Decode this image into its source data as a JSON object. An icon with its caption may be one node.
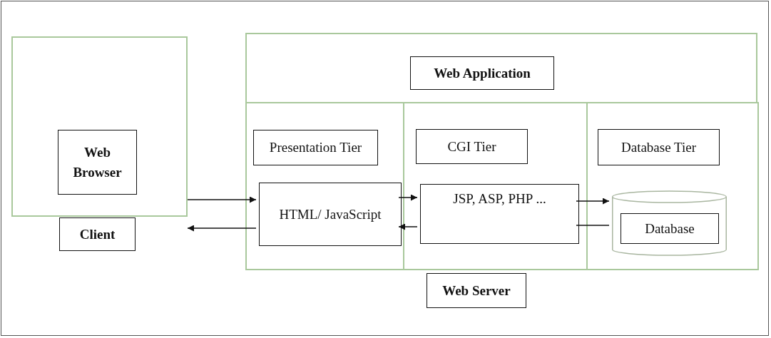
{
  "diagram": {
    "nodes": [
      {
        "text": [],
        "shape": "box"
      },
      {
        "text": [
          "Web Browser"
        ],
        "in": 0
      },
      {
        "text": [
          "Client"
        ]
      },
      {
        "text": [],
        "shape": "box"
      },
      {
        "text": [
          "Web Application"
        ],
        "in": 3
      },
      {
        "text": [],
        "shape": "box",
        "in": 3
      },
      {
        "text": [
          "Presentation Tier"
        ],
        "in": 5
      },
      {
        "text": [
          "HTML/ JavaScript"
        ],
        "in": 5
      },
      {
        "text": [],
        "shape": "box",
        "in": 3
      },
      {
        "text": [
          "CGI Tier"
        ],
        "in": 8
      },
      {
        "text": [
          "JSP, ASP, PHP ..."
        ],
        "in": 8
      },
      {
        "text": [],
        "shape": "box",
        "in": 3
      },
      {
        "text": [
          "Database Tier"
        ],
        "in": 11
      },
      {
        "text": [],
        "shape": "cylinder",
        "in": 11
      },
      {
        "text": [
          "Database"
        ],
        "in": 13
      },
      {
        "text": [
          "Web Server"
        ]
      }
    ],
    "edges": [
      {
        "from": 0,
        "to": 7,
        "arrow": "to"
      },
      {
        "from": 7,
        "to": 0,
        "arrow": "to"
      },
      {
        "from": 7,
        "to": 10,
        "arrow": "to"
      },
      {
        "from": 10,
        "to": 7,
        "arrow": "to"
      },
      {
        "from": 10,
        "to": 13,
        "arrow": "to"
      },
      {
        "from": 13,
        "to": 10,
        "arrow": "none"
      }
    ]
  }
}
